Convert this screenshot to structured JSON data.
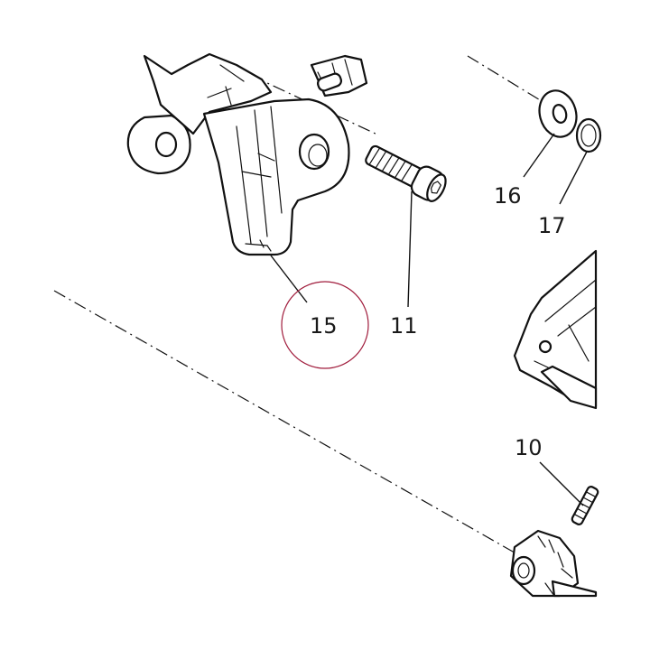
{
  "callouts": {
    "part_10": "10",
    "part_11": "11",
    "part_15": "15",
    "part_16": "16",
    "part_17": "17"
  },
  "colors": {
    "line": "#111111",
    "highlight_circle": "#a01c3c",
    "background": "#ffffff"
  },
  "highlighted_part": "15"
}
